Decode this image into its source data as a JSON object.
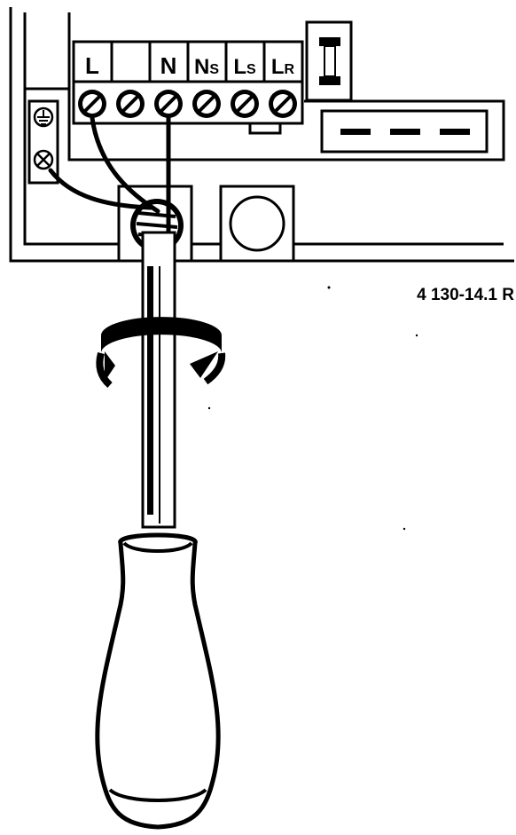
{
  "terminal_labels": {
    "t1": {
      "main": "L",
      "sub": ""
    },
    "t2": {
      "main": "",
      "sub": ""
    },
    "t3": {
      "main": "N",
      "sub": ""
    },
    "t4": {
      "main": "N",
      "sub": "S"
    },
    "t5": {
      "main": "L",
      "sub": "S"
    },
    "t6": {
      "main": "L",
      "sub": "R"
    }
  },
  "reference_code": "4 130-14.1 R"
}
